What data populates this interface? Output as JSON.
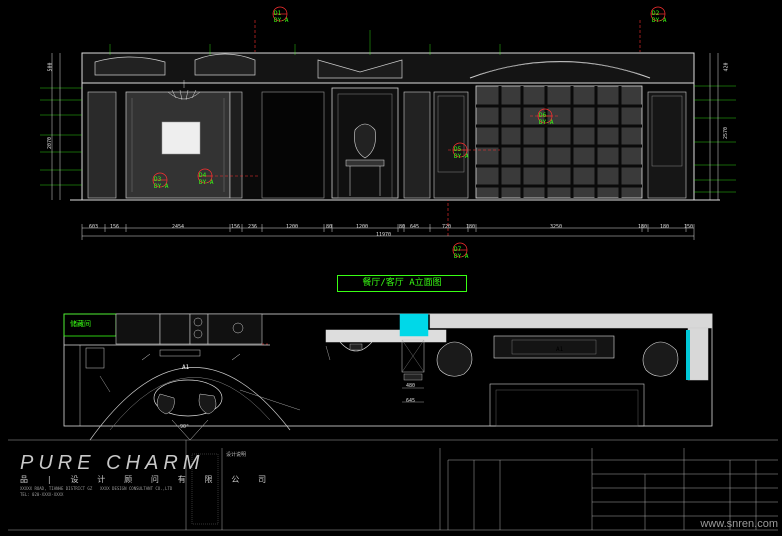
{
  "drawing": {
    "elevation_title": "餐厅/客厅 A立面图",
    "markers_top": [
      {
        "id": "D1",
        "ref": "DY-A"
      },
      {
        "id": "D2",
        "ref": "DY-A"
      }
    ],
    "markers_inline": [
      {
        "id": "D3",
        "ref": "DY-A"
      },
      {
        "id": "D4",
        "ref": "DY-A"
      },
      {
        "id": "D5",
        "ref": "DY-A"
      },
      {
        "id": "D6",
        "ref": "DY-A"
      },
      {
        "id": "D7",
        "ref": "DY-A"
      }
    ],
    "dimensions_bottom": [
      "603",
      "156",
      "2454",
      "156",
      "236",
      "1200",
      "80",
      "1200",
      "80",
      "645",
      "720",
      "180",
      "3250",
      "180",
      "180",
      "150"
    ],
    "total_width": "11970",
    "dimensions_left": [
      "500",
      "2070"
    ],
    "dimensions_right": [
      "420",
      "2570"
    ],
    "plan_labels": {
      "room1": "储藏间",
      "elev_left": "A1",
      "elev_right": "A1",
      "dim_a": "480",
      "dim_b": "645",
      "angle": "90°"
    }
  },
  "brand": {
    "name": "PURE CHARM",
    "chinese": "品 | 设 计 顾 问 有 限 公 司",
    "addr_left": "XXXXX ROAD, TIANHE DISTRICT GZ",
    "tel_left": "TEL: 020-XXXX-XXXX",
    "addr_right": "XXXX DESIGN CONSULTANT CO.,LTD"
  },
  "notes": {
    "heading": "设计说明"
  },
  "watermark": "www.snren.com"
}
